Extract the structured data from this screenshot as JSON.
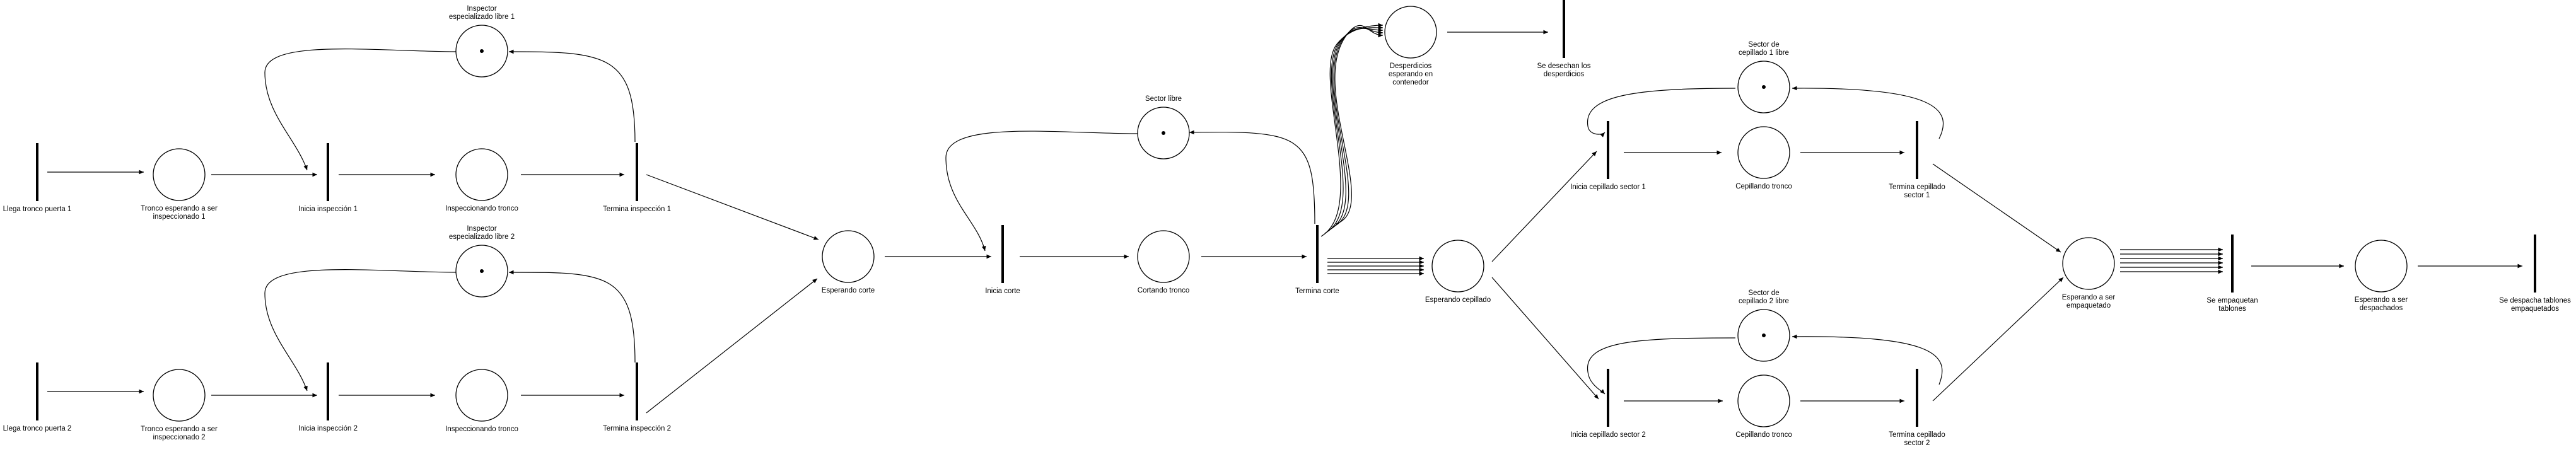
{
  "diagram": {
    "places": {
      "p_wait_insp1": {
        "label": [
          "Tronco esperando a ser",
          "inspeccionado 1"
        ],
        "tokens": 0
      },
      "p_wait_insp2": {
        "label": [
          "Tronco esperando a ser",
          "inspeccionado 2"
        ],
        "tokens": 0
      },
      "p_inspecting1": {
        "label": [
          "Inspeccionando tronco"
        ],
        "tokens": 0
      },
      "p_inspecting2": {
        "label": [
          "Inspeccionando tronco"
        ],
        "tokens": 0
      },
      "p_inspector1": {
        "label": [
          "Inspector",
          "especializado libre 1"
        ],
        "tokens": 1
      },
      "p_inspector2": {
        "label": [
          "Inspector",
          "especializado libre 2"
        ],
        "tokens": 1
      },
      "p_wait_cut": {
        "label": [
          "Esperando corte"
        ],
        "tokens": 0
      },
      "p_sector_free": {
        "label": [
          "Sector libre"
        ],
        "tokens": 1
      },
      "p_cutting": {
        "label": [
          "Cortando tronco"
        ],
        "tokens": 0
      },
      "p_waste": {
        "label": [
          "Desperdicios",
          "esperando en",
          "contenedor"
        ],
        "tokens": 0
      },
      "p_wait_brush": {
        "label": [
          "Esperando cepillado"
        ],
        "tokens": 0
      },
      "p_brush1_free": {
        "label": [
          "Sector de",
          "cepillado 1 libre"
        ],
        "tokens": 1
      },
      "p_brush2_free": {
        "label": [
          "Sector de",
          "cepillado 2 libre"
        ],
        "tokens": 1
      },
      "p_brushing1": {
        "label": [
          "Cepillando tronco"
        ],
        "tokens": 0
      },
      "p_brushing2": {
        "label": [
          "Cepillando tronco"
        ],
        "tokens": 0
      },
      "p_wait_pack": {
        "label": [
          "Esperando a ser",
          "empaquetado"
        ],
        "tokens": 0
      },
      "p_wait_dispatch": {
        "label": [
          "Esperando a ser",
          "despachados"
        ],
        "tokens": 0
      }
    },
    "transitions": {
      "t_arrive1": {
        "label": [
          "Llega tronco puerta 1"
        ]
      },
      "t_arrive2": {
        "label": [
          "Llega tronco puerta 2"
        ]
      },
      "t_start_insp1": {
        "label": [
          "Inicia inspección 1"
        ]
      },
      "t_start_insp2": {
        "label": [
          "Inicia inspección 2"
        ]
      },
      "t_end_insp1": {
        "label": [
          "Termina inspección 1"
        ]
      },
      "t_end_insp2": {
        "label": [
          "Termina inspección 2"
        ]
      },
      "t_start_cut": {
        "label": [
          "Inicia corte"
        ]
      },
      "t_end_cut": {
        "label": [
          "Termina corte"
        ]
      },
      "t_discard": {
        "label": [
          "Se desechan los",
          "desperdicios"
        ]
      },
      "t_start_brush1": {
        "label": [
          "Inicia cepillado sector 1"
        ]
      },
      "t_start_brush2": {
        "label": [
          "Inicia cepillado sector 2"
        ]
      },
      "t_end_brush1": {
        "label": [
          "Termina cepillado",
          "sector 1"
        ]
      },
      "t_end_brush2": {
        "label": [
          "Termina cepillado",
          "sector 2"
        ]
      },
      "t_pack": {
        "label": [
          "Se empaquetan",
          "tablones"
        ]
      },
      "t_dispatch": {
        "label": [
          "Se despacha tablones",
          "empaquetados"
        ]
      }
    },
    "arcs": [
      {
        "from": "t_arrive1",
        "to": "p_wait_insp1"
      },
      {
        "from": "p_wait_insp1",
        "to": "t_start_insp1"
      },
      {
        "from": "t_start_insp1",
        "to": "p_inspecting1"
      },
      {
        "from": "p_inspecting1",
        "to": "t_end_insp1"
      },
      {
        "from": "t_end_insp1",
        "to": "p_inspector1"
      },
      {
        "from": "p_inspector1",
        "to": "t_start_insp1"
      },
      {
        "from": "t_end_insp1",
        "to": "p_wait_cut"
      },
      {
        "from": "t_arrive2",
        "to": "p_wait_insp2"
      },
      {
        "from": "p_wait_insp2",
        "to": "t_start_insp2"
      },
      {
        "from": "t_start_insp2",
        "to": "p_inspecting2"
      },
      {
        "from": "p_inspecting2",
        "to": "t_end_insp2"
      },
      {
        "from": "t_end_insp2",
        "to": "p_inspector2"
      },
      {
        "from": "p_inspector2",
        "to": "t_start_insp2"
      },
      {
        "from": "t_end_insp2",
        "to": "p_wait_cut"
      },
      {
        "from": "p_wait_cut",
        "to": "t_start_cut"
      },
      {
        "from": "t_start_cut",
        "to": "p_cutting"
      },
      {
        "from": "p_cutting",
        "to": "t_end_cut"
      },
      {
        "from": "t_end_cut",
        "to": "p_sector_free"
      },
      {
        "from": "p_sector_free",
        "to": "t_start_cut"
      },
      {
        "from": "t_end_cut",
        "to": "p_waste",
        "weight": 5
      },
      {
        "from": "p_waste",
        "to": "t_discard"
      },
      {
        "from": "t_end_cut",
        "to": "p_wait_brush",
        "weight": 5
      },
      {
        "from": "p_wait_brush",
        "to": "t_start_brush1"
      },
      {
        "from": "p_wait_brush",
        "to": "t_start_brush2"
      },
      {
        "from": "t_start_brush1",
        "to": "p_brushing1"
      },
      {
        "from": "p_brushing1",
        "to": "t_end_brush1"
      },
      {
        "from": "t_end_brush1",
        "to": "p_brush1_free"
      },
      {
        "from": "p_brush1_free",
        "to": "t_start_brush1"
      },
      {
        "from": "t_start_brush2",
        "to": "p_brushing2"
      },
      {
        "from": "p_brushing2",
        "to": "t_end_brush2"
      },
      {
        "from": "t_end_brush2",
        "to": "p_brush2_free"
      },
      {
        "from": "p_brush2_free",
        "to": "t_start_brush2"
      },
      {
        "from": "t_end_brush1",
        "to": "p_wait_pack"
      },
      {
        "from": "t_end_brush2",
        "to": "p_wait_pack"
      },
      {
        "from": "p_wait_pack",
        "to": "t_pack",
        "weight": 6
      },
      {
        "from": "t_pack",
        "to": "p_wait_dispatch"
      },
      {
        "from": "p_wait_dispatch",
        "to": "t_dispatch"
      }
    ]
  }
}
